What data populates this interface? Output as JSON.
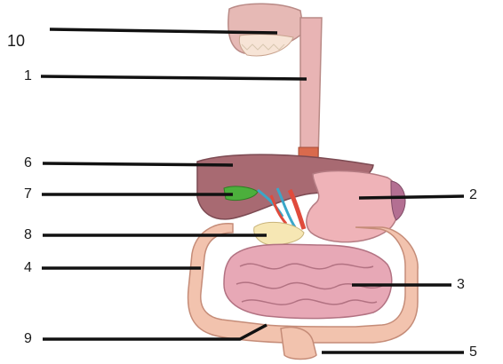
{
  "diagram": {
    "labels": [
      "10",
      "1",
      "6",
      "7",
      "2",
      "8",
      "4",
      "3",
      "9",
      "5"
    ]
  },
  "colors": {
    "esophagus": "#e8b4b4",
    "liver": "#a86a72",
    "gallbladder": "#4caf3c",
    "stomach": "#efb3b8",
    "small_intestine": "#e7a8b6",
    "large_intestine": "#f2c3ae",
    "pancreas": "#f6e7b4",
    "leader_lines": "#111111"
  }
}
